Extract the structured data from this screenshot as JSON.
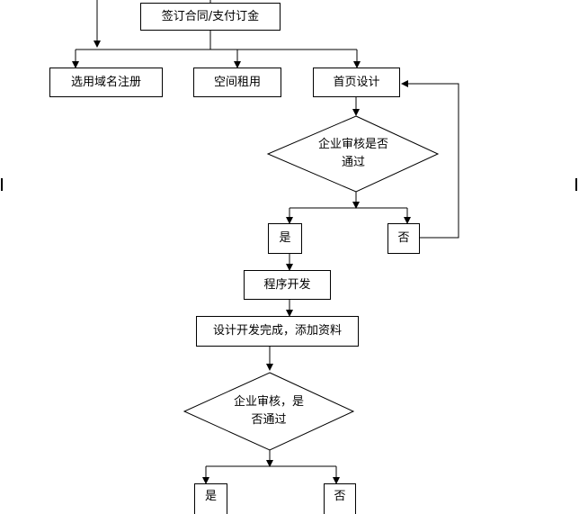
{
  "nodes": {
    "contract": "签订合同/支付订金",
    "domain": "选用域名注册",
    "hosting": "空间租用",
    "homepage": "首页设计",
    "review1": [
      "企业审核是否",
      "通过"
    ],
    "yes1": "是",
    "no1": "否",
    "dev": "程序开发",
    "done": "设计开发完成，添加资料",
    "review2": [
      "企业审核，是",
      "否通过"
    ],
    "yes2": "是",
    "no2": "否"
  }
}
